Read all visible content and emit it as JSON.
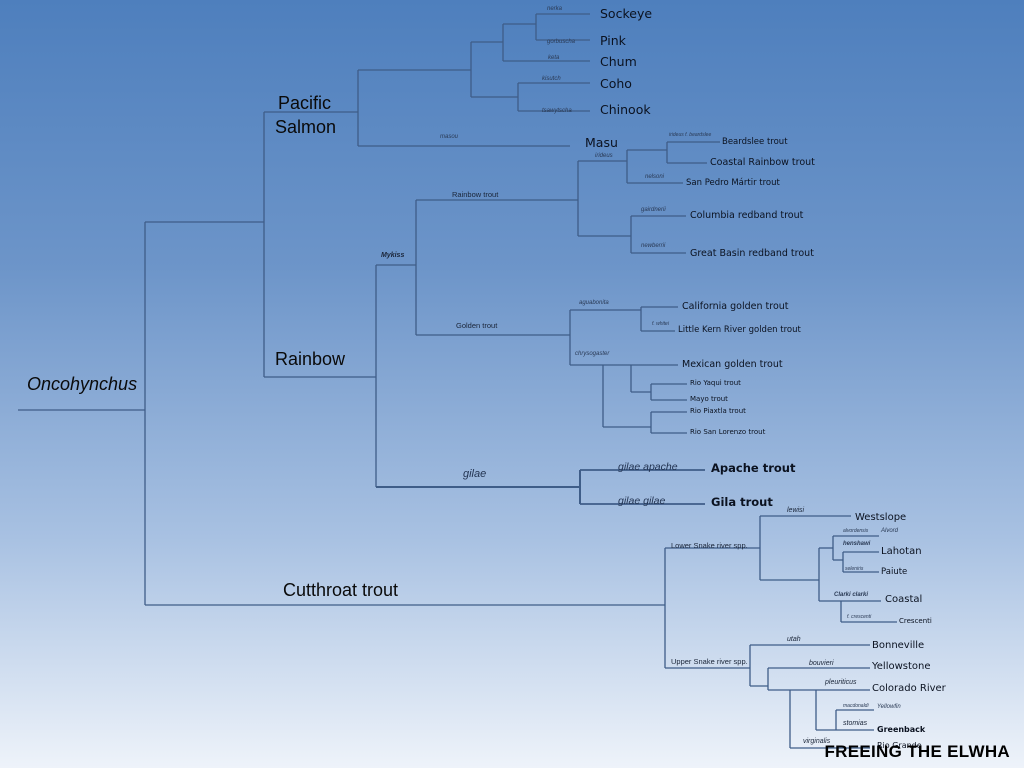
{
  "root": "Oncohynchus",
  "groups": {
    "pacific": "Pacific\nSalmon",
    "pacific_line1": "Pacific",
    "pacific_line2": "Salmon",
    "rainbow": "Rainbow",
    "cutthroat": "Cutthroat trout"
  },
  "pacific_salmon": {
    "sockeye": {
      "sub": "nerka",
      "name": "Sockeye"
    },
    "pink": {
      "sub": "gorbuscha",
      "name": "Pink"
    },
    "chum": {
      "sub": "keta",
      "name": "Chum"
    },
    "coho": {
      "sub": "kisutch",
      "name": "Coho"
    },
    "chinook": {
      "sub": "tsawytscha",
      "name": "Chinook"
    },
    "masu": {
      "sub": "masou",
      "name": "Masu"
    }
  },
  "rainbow": {
    "mykiss": "Mykiss",
    "rainbow_trout": "Rainbow trout",
    "irideus": "irideus",
    "beardslee": {
      "sub": "irideus f. beardslee",
      "name": "Beardslee trout"
    },
    "coastal_rainbow": {
      "name": "Coastal Rainbow trout"
    },
    "san_pedro": {
      "sub": "nelsoni",
      "name": "San Pedro Mártir trout"
    },
    "columbia": {
      "sub": "gairdnerii",
      "name": "Columbia redband trout"
    },
    "great_basin": {
      "sub": "newberrii",
      "name": "Great Basin redband trout"
    },
    "golden_trout": "Golden trout",
    "california": {
      "sub": "aguabonita",
      "name": "California golden trout"
    },
    "little_kern": {
      "sub": "f. whitei",
      "name": "Little Kern River golden trout"
    },
    "chrysogaster": "chrysogaster",
    "mexican": {
      "name": "Mexican golden trout"
    },
    "rio_yaqui": {
      "name": "Rio Yaqui trout"
    },
    "mayo": {
      "name": "Mayo trout"
    },
    "rio_piaxtla": {
      "name": "Rio Piaxtla trout"
    },
    "rio_san_lorenzo": {
      "name": "Rio San Lorenzo trout"
    },
    "gilae": "gilae",
    "apache": {
      "sub": "gilae apache",
      "name": "Apache trout"
    },
    "gila": {
      "sub": "gilae gilae",
      "name": "Gila trout"
    }
  },
  "cutthroat": {
    "lower_snake": "Lower Snake river spp.",
    "lewisi": "lewisi",
    "westslope": "Westslope",
    "alvordensis": "alvordensis",
    "alvord": "Alvord",
    "henshawi": "henshawi",
    "lahotan": "Lahotan",
    "seleniris": "seleniris",
    "paiute": "Paiute",
    "clarki": "Clarki clarki",
    "coastal": "Coastal",
    "f_crescenti": "f. crescenti",
    "crescenti": "Crescenti",
    "upper_snake": "Upper Snake river spp.",
    "utah": "utah",
    "bonneville": "Bonneville",
    "bouvieri": "bouvieri",
    "yellowstone": "Yellowstone",
    "pleuriticus": "pleuriticus",
    "colorado": "Colorado River",
    "macdonaldi": "macdonaldi",
    "yellowfin": "Yellowfin",
    "stomias": "stomias",
    "greenback": "Greenback",
    "virginalis": "virginalis",
    "rio_grande": "Rio Grande"
  },
  "footer": "FREEING THE ELWHA",
  "colors": {
    "line": "#3c5a86",
    "text": "#0b1220",
    "bg_top": "#4e7fbd",
    "bg_bottom": "#eef3fa"
  }
}
